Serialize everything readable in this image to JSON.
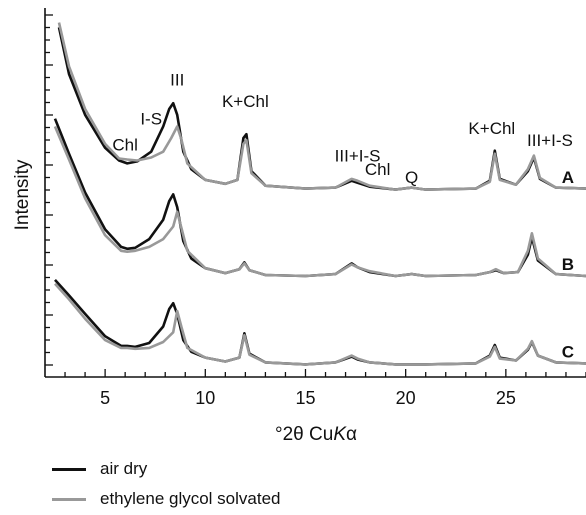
{
  "chart_data": {
    "type": "line",
    "xlabel_parts": [
      "°2θ Cu",
      "K",
      "α"
    ],
    "ylabel": "Intensity",
    "xlim": [
      2,
      29
    ],
    "xticks": [
      5,
      10,
      15,
      20,
      25
    ],
    "y_ticks_labeled": false,
    "series": [
      {
        "name": "air dry",
        "color": "#111111"
      },
      {
        "name": "ethylene glycol solvated",
        "color": "#999999"
      }
    ],
    "samples": [
      {
        "label": "A",
        "baseline": 0.0,
        "air_dry": [
          [
            2.7,
            1.7
          ],
          [
            3.2,
            1.22
          ],
          [
            4.0,
            0.8
          ],
          [
            5.0,
            0.46
          ],
          [
            5.7,
            0.33
          ],
          [
            6.1,
            0.3
          ],
          [
            6.6,
            0.32
          ],
          [
            7.3,
            0.42
          ],
          [
            7.9,
            0.68
          ],
          [
            8.2,
            0.86
          ],
          [
            8.4,
            0.92
          ],
          [
            8.6,
            0.8
          ],
          [
            8.9,
            0.42
          ],
          [
            9.3,
            0.24
          ],
          [
            10.0,
            0.13
          ],
          [
            11.0,
            0.09
          ],
          [
            11.6,
            0.13
          ],
          [
            11.9,
            0.56
          ],
          [
            12.05,
            0.6
          ],
          [
            12.3,
            0.22
          ],
          [
            13.0,
            0.07
          ],
          [
            15.0,
            0.04
          ],
          [
            16.5,
            0.05
          ],
          [
            17.3,
            0.12
          ],
          [
            17.6,
            0.1
          ],
          [
            18.2,
            0.06
          ],
          [
            19.5,
            0.03
          ],
          [
            20.3,
            0.05
          ],
          [
            21.0,
            0.03
          ],
          [
            23.5,
            0.04
          ],
          [
            24.2,
            0.12
          ],
          [
            24.45,
            0.43
          ],
          [
            24.7,
            0.14
          ],
          [
            25.5,
            0.08
          ],
          [
            26.1,
            0.22
          ],
          [
            26.4,
            0.36
          ],
          [
            26.7,
            0.14
          ],
          [
            27.5,
            0.05
          ],
          [
            29,
            0.04
          ]
        ],
        "eg_solvated": [
          [
            2.7,
            1.75
          ],
          [
            3.2,
            1.3
          ],
          [
            4.0,
            0.86
          ],
          [
            5.0,
            0.5
          ],
          [
            5.7,
            0.35
          ],
          [
            6.1,
            0.34
          ],
          [
            6.6,
            0.33
          ],
          [
            7.3,
            0.36
          ],
          [
            7.9,
            0.42
          ],
          [
            8.3,
            0.56
          ],
          [
            8.6,
            0.68
          ],
          [
            8.8,
            0.55
          ],
          [
            9.1,
            0.3
          ],
          [
            10.0,
            0.13
          ],
          [
            11.0,
            0.09
          ],
          [
            11.6,
            0.13
          ],
          [
            11.9,
            0.5
          ],
          [
            12.05,
            0.54
          ],
          [
            12.3,
            0.2
          ],
          [
            13.0,
            0.07
          ],
          [
            15.0,
            0.04
          ],
          [
            16.5,
            0.05
          ],
          [
            17.3,
            0.14
          ],
          [
            17.6,
            0.12
          ],
          [
            18.2,
            0.07
          ],
          [
            19.5,
            0.03
          ],
          [
            20.3,
            0.05
          ],
          [
            21.0,
            0.03
          ],
          [
            23.5,
            0.04
          ],
          [
            24.2,
            0.11
          ],
          [
            24.45,
            0.4
          ],
          [
            24.7,
            0.13
          ],
          [
            25.5,
            0.08
          ],
          [
            26.1,
            0.24
          ],
          [
            26.4,
            0.38
          ],
          [
            26.7,
            0.15
          ],
          [
            27.5,
            0.05
          ],
          [
            29,
            0.04
          ]
        ]
      },
      {
        "label": "B",
        "baseline": -0.9,
        "air_dry": [
          [
            2.5,
            1.66
          ],
          [
            3.2,
            1.3
          ],
          [
            4.0,
            0.9
          ],
          [
            5.0,
            0.52
          ],
          [
            5.8,
            0.34
          ],
          [
            6.1,
            0.32
          ],
          [
            6.5,
            0.33
          ],
          [
            7.2,
            0.42
          ],
          [
            7.9,
            0.62
          ],
          [
            8.2,
            0.81
          ],
          [
            8.4,
            0.88
          ],
          [
            8.6,
            0.75
          ],
          [
            8.9,
            0.4
          ],
          [
            9.3,
            0.22
          ],
          [
            10.0,
            0.12
          ],
          [
            11.0,
            0.07
          ],
          [
            11.7,
            0.11
          ],
          [
            11.95,
            0.18
          ],
          [
            12.2,
            0.1
          ],
          [
            13.0,
            0.05
          ],
          [
            15.0,
            0.04
          ],
          [
            16.5,
            0.06
          ],
          [
            17.3,
            0.17
          ],
          [
            17.6,
            0.13
          ],
          [
            18.2,
            0.08
          ],
          [
            19.5,
            0.04
          ],
          [
            20.3,
            0.06
          ],
          [
            21.0,
            0.04
          ],
          [
            23.5,
            0.05
          ],
          [
            24.2,
            0.08
          ],
          [
            24.5,
            0.1
          ],
          [
            24.9,
            0.07
          ],
          [
            25.6,
            0.08
          ],
          [
            26.1,
            0.26
          ],
          [
            26.3,
            0.44
          ],
          [
            26.6,
            0.2
          ],
          [
            27.5,
            0.06
          ],
          [
            29,
            0.04
          ]
        ],
        "eg_solvated": [
          [
            2.5,
            1.58
          ],
          [
            3.2,
            1.24
          ],
          [
            4.0,
            0.84
          ],
          [
            5.0,
            0.46
          ],
          [
            5.8,
            0.3
          ],
          [
            6.1,
            0.29
          ],
          [
            6.5,
            0.3
          ],
          [
            7.2,
            0.34
          ],
          [
            7.9,
            0.42
          ],
          [
            8.4,
            0.55
          ],
          [
            8.6,
            0.7
          ],
          [
            8.8,
            0.54
          ],
          [
            9.1,
            0.3
          ],
          [
            10.0,
            0.12
          ],
          [
            11.0,
            0.07
          ],
          [
            11.7,
            0.11
          ],
          [
            11.95,
            0.17
          ],
          [
            12.2,
            0.1
          ],
          [
            13.0,
            0.05
          ],
          [
            15.0,
            0.04
          ],
          [
            16.5,
            0.06
          ],
          [
            17.3,
            0.16
          ],
          [
            17.6,
            0.13
          ],
          [
            18.2,
            0.09
          ],
          [
            19.5,
            0.04
          ],
          [
            20.3,
            0.06
          ],
          [
            21.0,
            0.04
          ],
          [
            23.5,
            0.05
          ],
          [
            24.2,
            0.08
          ],
          [
            24.5,
            0.11
          ],
          [
            24.9,
            0.07
          ],
          [
            25.6,
            0.08
          ],
          [
            26.1,
            0.3
          ],
          [
            26.3,
            0.48
          ],
          [
            26.6,
            0.22
          ],
          [
            27.5,
            0.06
          ],
          [
            29,
            0.04
          ]
        ]
      },
      {
        "label": "C",
        "baseline": -1.8,
        "air_dry": [
          [
            2.5,
            0.9
          ],
          [
            3.2,
            0.74
          ],
          [
            4.0,
            0.55
          ],
          [
            5.0,
            0.32
          ],
          [
            5.8,
            0.22
          ],
          [
            6.1,
            0.22
          ],
          [
            6.5,
            0.21
          ],
          [
            7.2,
            0.25
          ],
          [
            7.9,
            0.42
          ],
          [
            8.2,
            0.6
          ],
          [
            8.4,
            0.66
          ],
          [
            8.6,
            0.55
          ],
          [
            8.9,
            0.28
          ],
          [
            9.3,
            0.16
          ],
          [
            10.0,
            0.1
          ],
          [
            11.0,
            0.06
          ],
          [
            11.7,
            0.1
          ],
          [
            11.95,
            0.35
          ],
          [
            12.2,
            0.14
          ],
          [
            13.0,
            0.05
          ],
          [
            15.0,
            0.03
          ],
          [
            16.5,
            0.05
          ],
          [
            17.3,
            0.11
          ],
          [
            17.6,
            0.08
          ],
          [
            18.2,
            0.05
          ],
          [
            19.5,
            0.03
          ],
          [
            21.0,
            0.03
          ],
          [
            23.5,
            0.04
          ],
          [
            24.2,
            0.12
          ],
          [
            24.45,
            0.23
          ],
          [
            24.7,
            0.1
          ],
          [
            25.5,
            0.07
          ],
          [
            26.1,
            0.18
          ],
          [
            26.3,
            0.26
          ],
          [
            26.6,
            0.12
          ],
          [
            27.5,
            0.05
          ],
          [
            29,
            0.04
          ]
        ],
        "eg_solvated": [
          [
            2.5,
            0.86
          ],
          [
            3.2,
            0.7
          ],
          [
            4.0,
            0.5
          ],
          [
            5.0,
            0.28
          ],
          [
            5.8,
            0.2
          ],
          [
            6.1,
            0.2
          ],
          [
            6.5,
            0.19
          ],
          [
            7.2,
            0.2
          ],
          [
            7.9,
            0.26
          ],
          [
            8.4,
            0.36
          ],
          [
            8.6,
            0.58
          ],
          [
            8.8,
            0.42
          ],
          [
            9.1,
            0.2
          ],
          [
            10.0,
            0.1
          ],
          [
            11.0,
            0.06
          ],
          [
            11.7,
            0.1
          ],
          [
            11.95,
            0.33
          ],
          [
            12.2,
            0.13
          ],
          [
            13.0,
            0.05
          ],
          [
            15.0,
            0.03
          ],
          [
            16.5,
            0.05
          ],
          [
            17.3,
            0.12
          ],
          [
            17.6,
            0.09
          ],
          [
            18.2,
            0.05
          ],
          [
            19.5,
            0.03
          ],
          [
            21.0,
            0.03
          ],
          [
            23.5,
            0.04
          ],
          [
            24.2,
            0.11
          ],
          [
            24.45,
            0.21
          ],
          [
            24.7,
            0.09
          ],
          [
            25.5,
            0.07
          ],
          [
            26.1,
            0.19
          ],
          [
            26.3,
            0.27
          ],
          [
            26.6,
            0.12
          ],
          [
            27.5,
            0.05
          ],
          [
            29,
            0.04
          ]
        ]
      }
    ],
    "annotations": [
      {
        "text": "III",
        "x": 8.6,
        "y": 1.1
      },
      {
        "text": "I-S",
        "x": 7.3,
        "y": 0.7
      },
      {
        "text": "Chl",
        "x": 6.0,
        "y": 0.43
      },
      {
        "text": "K+Chl",
        "x": 12.0,
        "y": 0.88
      },
      {
        "text": "III+I-S",
        "x": 17.6,
        "y": 0.32
      },
      {
        "text": "Chl",
        "x": 18.6,
        "y": 0.18
      },
      {
        "text": "Q",
        "x": 20.3,
        "y": 0.1
      },
      {
        "text": "K+Chl",
        "x": 24.3,
        "y": 0.6
      },
      {
        "text": "III+I-S",
        "x": 27.2,
        "y": 0.48
      }
    ]
  },
  "legend": {
    "items": [
      {
        "label": "air dry",
        "color": "#111111"
      },
      {
        "label": "ethylene glycol solvated",
        "color": "#999999"
      }
    ]
  }
}
